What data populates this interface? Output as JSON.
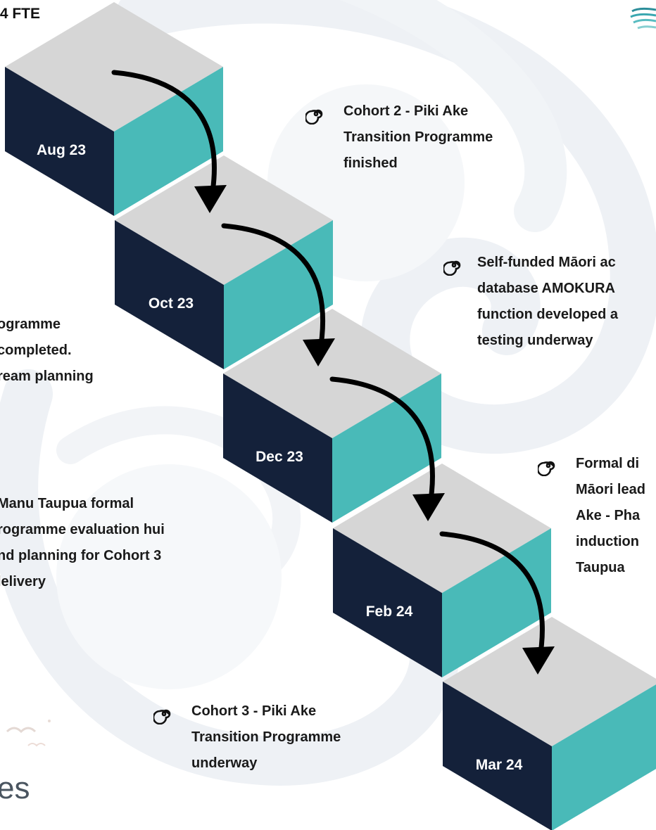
{
  "header": {
    "fte": ".4 FTE"
  },
  "steps": [
    {
      "label": "Aug 23"
    },
    {
      "label": "Oct 23"
    },
    {
      "label": "Dec 23"
    },
    {
      "label": "Feb 24"
    },
    {
      "label": "Mar 24"
    }
  ],
  "notes": {
    "cohort2": [
      "Cohort 2 - Piki Ake",
      "Transition Programme",
      "finished"
    ],
    "selffunded": [
      "Self-funded Māori ac",
      "database AMOKURA",
      "function developed a",
      "testing underway"
    ],
    "programme": [
      "ogramme",
      " completed.",
      "ream planning"
    ],
    "formal": [
      "Formal di",
      "Māori lead",
      "Ake - Pha",
      "induction",
      "Taupua"
    ],
    "manu": [
      "Manu Taupua formal",
      "rogramme evaluation hui",
      "nd planning for Cohort 3",
      "lelivery"
    ],
    "cohort3": [
      "Cohort 3 - Piki Ake",
      "Transition Programme",
      "underway"
    ]
  },
  "footer": {
    "logo_fragment": "es"
  },
  "icons": {
    "note_icon": "spiral-icon",
    "corner": "logo-waves-icon",
    "step_arrow": "curved-arrow-icon"
  },
  "colors": {
    "cube_top": "#d6d6d6",
    "cube_front": "#14213a",
    "cube_side": "#49bab8",
    "arrow": "#000000",
    "background_swirl": "#eef1f5"
  }
}
